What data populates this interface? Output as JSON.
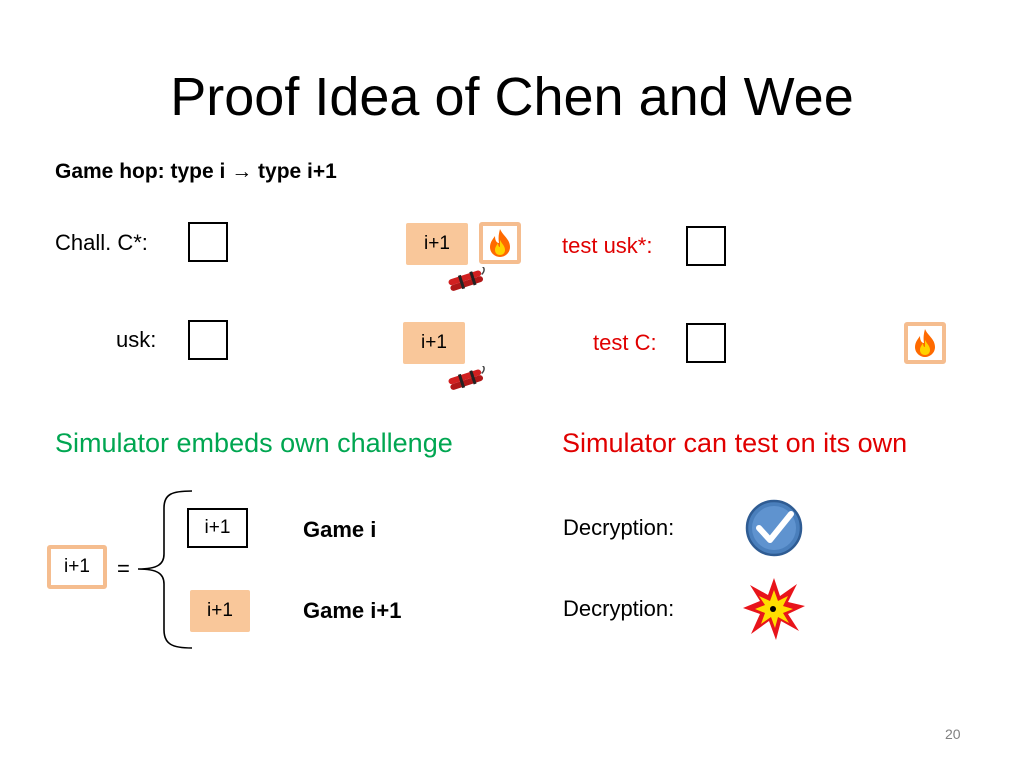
{
  "slide": {
    "title": "Proof Idea of Chen and Wee",
    "subtitle": "Game hop: type i → type i+1",
    "page_number": "20"
  },
  "left": {
    "chall_label": "Chall. C*:",
    "usk_label": "usk:",
    "tag_chall": "i+1",
    "tag_usk": "i+1",
    "section_heading": "Simulator embeds own challenge",
    "eq_tag": "i+1",
    "eq_sign": "=",
    "game_i_tag": "i+1",
    "game_i_label": "Game i",
    "game_i1_tag": "i+1",
    "game_i1_label": "Game i+1"
  },
  "right": {
    "test_usk_label": "test usk*:",
    "test_c_label": "test C:",
    "section_heading": "Simulator can test on its own",
    "decryption_1": "Decryption:",
    "decryption_2": "Decryption:"
  },
  "colors": {
    "green": "#00a651",
    "red": "#e00000",
    "peach": "#f9c79a",
    "peach_border": "#f5bd8f"
  },
  "icons": [
    "fire-icon",
    "dynamite-icon",
    "check-icon",
    "explosion-icon"
  ]
}
